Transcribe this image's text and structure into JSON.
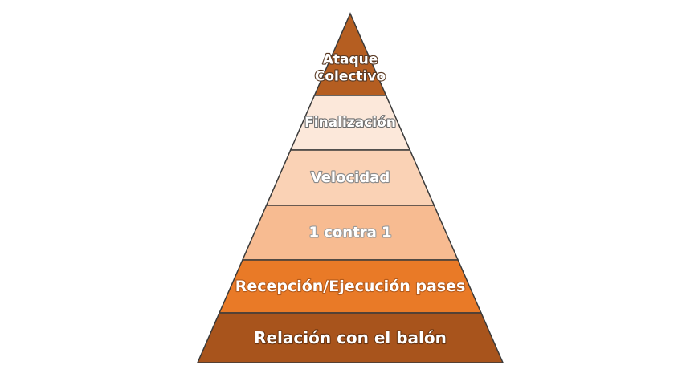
{
  "pyramid": {
    "levels": [
      {
        "lines": [
          "Ataque",
          "Colectivo"
        ],
        "fill": "#B55E21",
        "text_color": "#FFFFFF",
        "outline": "#5A3A24"
      },
      {
        "lines": [
          "Finalización"
        ],
        "fill": "#FCE8DA",
        "text_color": "#FFFFFF",
        "outline": "#6E6E6E"
      },
      {
        "lines": [
          "Velocidad"
        ],
        "fill": "#FAD2B5",
        "text_color": "#FFFFFF",
        "outline": "#8A8A8A"
      },
      {
        "lines": [
          "1 contra 1"
        ],
        "fill": "#F7BB91",
        "text_color": "#FFFFFF",
        "outline": "#9A9A9A"
      },
      {
        "lines": [
          "Recepción/Ejecución pases"
        ],
        "fill": "#E97A27",
        "text_color": "#FFFFFF",
        "outline": "#B55A1A"
      },
      {
        "lines": [
          "Relación con el balón"
        ],
        "fill": "#A8541C",
        "text_color": "#FFFFFF",
        "outline": "#6A3410"
      }
    ]
  }
}
